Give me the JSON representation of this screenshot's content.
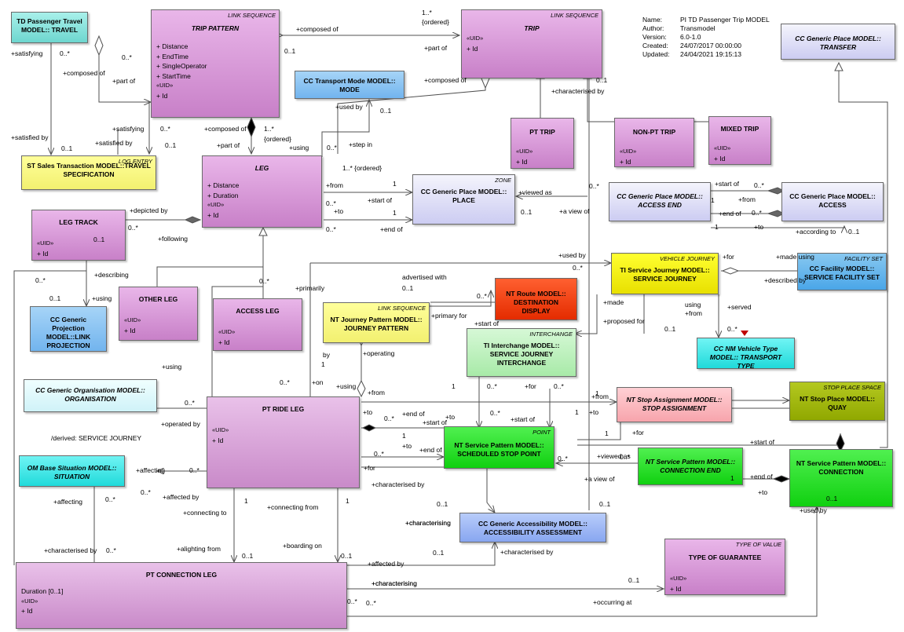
{
  "diagram_info": [
    {
      "key": "Name:",
      "value": "PI TD Passenger Trip MODEL"
    },
    {
      "key": "Author:",
      "value": "Transmodel"
    },
    {
      "key": "Version:",
      "value": "6.0-1.0"
    },
    {
      "key": "Created:",
      "value": "24/07/2017 00:00:00"
    },
    {
      "key": "Updated:",
      "value": "24/04/2021 19:15:13"
    }
  ],
  "classes": [
    {
      "id": "travel",
      "stereo": "",
      "name": "TD Passenger Travel MODEL:: TRAVEL",
      "color": "teal",
      "attrs": []
    },
    {
      "id": "trip_pattern",
      "stereo": "LINK SEQUENCE",
      "name": "TRIP PATTERN",
      "italic": true,
      "color": "pink",
      "attrs": [
        "+ Distance",
        "+ EndTime",
        "+ SingleOperator",
        "+ StartTime",
        "«UID»",
        "+ Id"
      ]
    },
    {
      "id": "trip",
      "stereo": "LINK SEQUENCE",
      "name": "TRIP",
      "italic": true,
      "color": "pink",
      "attrs": [
        "«UID»",
        "+ Id"
      ]
    },
    {
      "id": "transfer",
      "stereo": "",
      "name": "CC Generic Place MODEL:: TRANSFER",
      "italic": true,
      "color": "lav",
      "attrs": []
    },
    {
      "id": "mode",
      "stereo": "",
      "name": "CC Transport Mode MODEL:: MODE",
      "color": "blue",
      "attrs": []
    },
    {
      "id": "pt_trip",
      "stereo": "",
      "name": "PT TRIP",
      "color": "pink",
      "attrs": [
        "«UID»",
        "+ Id"
      ]
    },
    {
      "id": "non_pt_trip",
      "stereo": "",
      "name": "NON-PT TRIP",
      "color": "pink",
      "attrs": [
        "«UID»",
        "+ Id"
      ]
    },
    {
      "id": "mixed_trip",
      "stereo": "",
      "name": "MIXED TRIP",
      "color": "pink",
      "attrs": [
        "«UID»",
        "+ Id"
      ]
    },
    {
      "id": "sales",
      "stereo": "LOG ENTRY",
      "name": "ST Sales Transaction MODEL::TRAVEL SPECIFICATION",
      "color": "yel",
      "attrs": []
    },
    {
      "id": "leg",
      "stereo": "",
      "name": "LEG",
      "italic": true,
      "color": "pink",
      "attrs": [
        "+ Distance",
        "+ Duration",
        "«UID»",
        "+ Id"
      ]
    },
    {
      "id": "place",
      "stereo": "ZONE",
      "name": "CC Generic Place MODEL:: PLACE",
      "color": "lav",
      "attrs": []
    },
    {
      "id": "access_end",
      "stereo": "",
      "name": "CC Generic Place MODEL:: ACCESS END",
      "italic": true,
      "color": "lav",
      "attrs": []
    },
    {
      "id": "access",
      "stereo": "",
      "name": "CC Generic Place MODEL:: ACCESS",
      "color": "lav",
      "attrs": []
    },
    {
      "id": "leg_track",
      "stereo": "",
      "name": "LEG TRACK",
      "color": "pink",
      "attrs": [
        "«UID»",
        "+ Id"
      ]
    },
    {
      "id": "facility_set",
      "stereo": "FACILITY SET",
      "name": "CC Facility MODEL:: SERVICE FACILITY SET",
      "color": "skyblue",
      "attrs": []
    },
    {
      "id": "service_journey",
      "stereo": "VEHICLE JOURNEY",
      "name": "TI Service Journey MODEL:: SERVICE JOURNEY",
      "color": "yel2",
      "attrs": []
    },
    {
      "id": "destination_display",
      "stereo": "",
      "name": "NT Route MODEL:: DESTINATION DISPLAY",
      "color": "red",
      "attrs": []
    },
    {
      "id": "link_projection",
      "stereo": "",
      "name": "CC Generic Projection MODEL::LINK PROJECTION",
      "color": "blue",
      "attrs": []
    },
    {
      "id": "other_leg",
      "stereo": "",
      "name": "OTHER LEG",
      "color": "pink",
      "attrs": [
        "«UID»",
        "+ Id"
      ]
    },
    {
      "id": "access_leg",
      "stereo": "",
      "name": "ACCESS LEG",
      "color": "pink",
      "attrs": [
        "«UID»",
        "+ Id"
      ]
    },
    {
      "id": "journey_pattern",
      "stereo": "LINK SEQUENCE",
      "name": "NT Journey Pattern MODEL:: JOURNEY PATTERN",
      "color": "yel",
      "attrs": []
    },
    {
      "id": "interchange",
      "stereo": "INTERCHANGE",
      "name": "TI Interchange MODEL:: SERVICE JOURNEY INTERCHANGE",
      "color": "lgreen",
      "attrs": []
    },
    {
      "id": "transport_type",
      "stereo": "",
      "name": "CC NM Vehicle Type MODEL:: TRANSPORT TYPE",
      "italic": true,
      "color": "cyan",
      "attrs": []
    },
    {
      "id": "organisation",
      "stereo": "",
      "name": "CC Generic Organisation MODEL:: ORGANISATION",
      "italic": true,
      "color": "lcyan",
      "attrs": []
    },
    {
      "id": "pt_ride_leg",
      "stereo": "",
      "name": "PT RIDE LEG",
      "color": "pink2",
      "attrs": [
        "«UID»",
        "+ Id"
      ]
    },
    {
      "id": "stop_assignment",
      "stereo": "",
      "name": "NT Stop Assignment MODEL:: STOP ASSIGNMENT",
      "italic": true,
      "color": "salmon",
      "attrs": []
    },
    {
      "id": "quay",
      "stereo": "STOP PLACE SPACE",
      "name": "NT Stop Place MODEL:: QUAY",
      "color": "olive",
      "attrs": []
    },
    {
      "id": "scheduled_stop_point",
      "stereo": "POINT",
      "name": "NT Service Pattern MODEL:: SCHEDULED STOP POINT",
      "color": "green",
      "attrs": []
    },
    {
      "id": "situation",
      "stereo": "",
      "name": "OM Base Situation MODEL:: SITUATION",
      "italic": true,
      "color": "cyan",
      "attrs": []
    },
    {
      "id": "connection_end",
      "stereo": "",
      "name": "NT Service Pattern MODEL:: CONNECTION END",
      "italic": true,
      "color": "green",
      "attrs": []
    },
    {
      "id": "connection",
      "stereo": "",
      "name": "NT Service Pattern MODEL:: CONNECTION",
      "color": "green",
      "attrs": []
    },
    {
      "id": "accessibility",
      "stereo": "",
      "name": "CC Generic Accessibility MODEL:: ACCESSIBILITY ASSESSMENT",
      "color": "ablue",
      "attrs": []
    },
    {
      "id": "type_of_guarantee",
      "stereo": "TYPE OF VALUE",
      "name": "TYPE OF GUARANTEE",
      "color": "pink",
      "attrs": [
        "«UID»",
        "+ Id"
      ]
    },
    {
      "id": "pt_connection_leg",
      "stereo": "",
      "name": "PT CONNECTION  LEG",
      "color": "pink2",
      "attrs": [
        "Duration [0..1]",
        "«UID»",
        "+ Id"
      ]
    }
  ],
  "labels": [
    "+satisfying",
    "0..*",
    "0..*",
    "+composed of",
    "+part of",
    "+satisfying",
    "0..*",
    "+satisfied by",
    "0..1",
    "+satisfied by",
    "0..1",
    "+composed of",
    "0..1",
    "1..*",
    "{ordered}",
    "+part of",
    "+composed of",
    "0..1",
    "+characterised by",
    "+used by",
    "0..1",
    "+composed of",
    "1..*",
    "{ordered}",
    "+part of",
    "+using",
    "0..*",
    "+step in",
    "1..* {ordered}",
    "+from",
    "1",
    "+start of",
    "0..*",
    "+to",
    "1",
    "+end of",
    "0..*",
    "+viewed as",
    "0..1",
    "+a view of",
    "0..*",
    "+start of",
    "0..*",
    "1",
    "+from",
    "+end of",
    "0..*",
    "1",
    "+to",
    "+according to",
    "0..1",
    "+depicted by",
    "0..*",
    "+following",
    "0..1",
    "+used by",
    "0..*",
    "+made using",
    "+for",
    "+described by",
    "0..*",
    "+describing",
    "0..1",
    "+using",
    "0..*",
    "+primarily",
    "advertised with",
    "0..1",
    "0..*",
    "+primary for",
    "+start of",
    "+made",
    "using",
    "+from",
    "+proposed for",
    "0..1",
    "0..*",
    "+served",
    "by",
    "1",
    "+operating",
    "+using",
    "0..*",
    "+on",
    "+using",
    "+from",
    "0..*",
    "+to",
    "0..*",
    "+for",
    "1",
    "0..*",
    "+for",
    "0..*",
    "+to",
    "0..*",
    "1",
    "1",
    "+from",
    "+start of",
    "+end of",
    "+to",
    "+start of",
    "1",
    "+to",
    "+end of",
    "1",
    "+for",
    "0..*",
    "+viewed as",
    "0..*",
    "+a view of",
    "+start of",
    "+end of",
    "1",
    "+to",
    "+operated by",
    "0..*",
    "+affecting",
    "0..*",
    "0..*",
    "+affected by",
    "+characterised by",
    "0..1",
    "+characterising",
    "0..1",
    "+used by",
    "0..1",
    "+affecting",
    "0..*",
    "+connecting to",
    "1",
    "+connecting from",
    "1",
    "+characterising",
    "+alighting from",
    "0..1",
    "+boarding on",
    "0..1",
    "+affected by",
    "0..*",
    "+characterised by",
    "+characterising",
    "0..1",
    "+characterised by",
    "0..1",
    "+characterising",
    "+occurring at",
    "0..*",
    "0..*"
  ],
  "note": "/derived: SERVICE JOURNEY"
}
